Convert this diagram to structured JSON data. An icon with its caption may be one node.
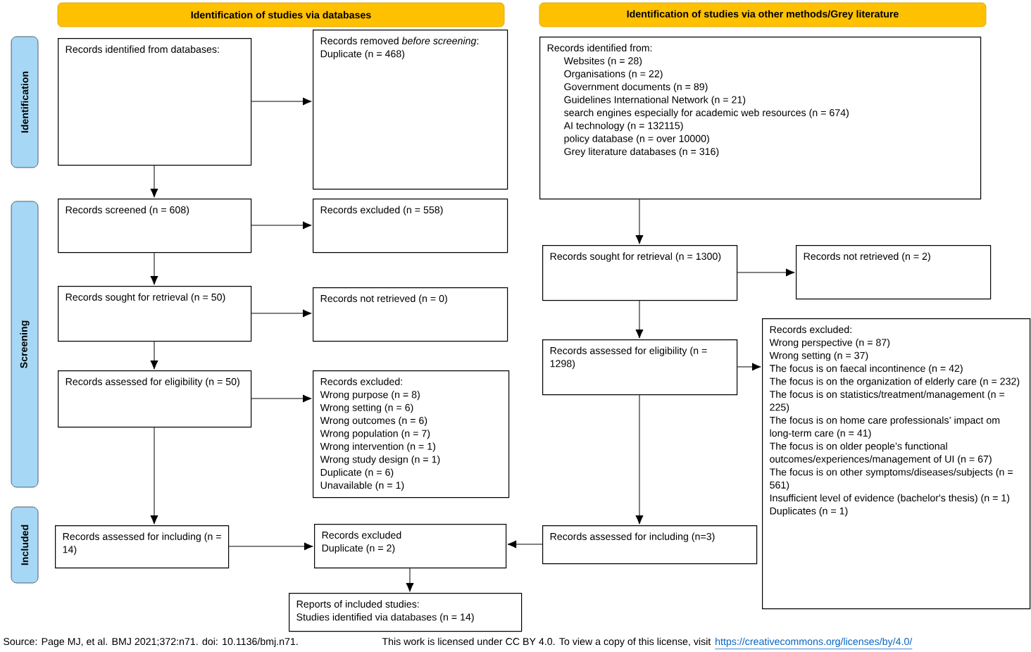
{
  "diagram": {
    "nodes": [
      {
        "text": [
          "Identification of studies via databases"
        ]
      },
      {
        "text": [
          "Identification of studies via other methods/Grey literature"
        ]
      },
      {
        "text": [
          "Identification"
        ]
      },
      {
        "text": [
          "Screening"
        ]
      },
      {
        "text": [
          "Included"
        ]
      },
      {
        "text": [
          "Records identified from databases:"
        ]
      },
      {
        "text": [
          "Records removed *before screening*:",
          "Duplicate (n = 468)"
        ]
      },
      {
        "text": [
          "Records screened (n = 608)"
        ]
      },
      {
        "text": [
          "Records excluded (n = 558)"
        ]
      },
      {
        "text": [
          "Records sought for retrieval (n = 50)"
        ]
      },
      {
        "text": [
          "Records not retrieved (n = 0)"
        ]
      },
      {
        "text": [
          "Records assessed for eligibility (n = 50)"
        ]
      },
      {
        "text": [
          "Records excluded:",
          "Wrong purpose (n = 8)",
          "Wrong setting (n = 6)",
          "Wrong outcomes (n = 6)",
          "Wrong population (n = 7)",
          "Wrong intervention (n = 1)",
          "Wrong study design (n = 1)",
          "Duplicate (n = 6)",
          "Unavailable (n = 1)"
        ]
      },
      {
        "text": [
          "Records assessed for including (n = 14)"
        ]
      },
      {
        "text": [
          "Records excluded",
          "Duplicate (n = 2)"
        ]
      },
      {
        "text": [
          "Reports of included studies:",
          "Studies identified via databases (n = 14)"
        ]
      },
      {
        "text": [
          "Records identified from:",
          "Websites (n = 28)",
          "Organisations (n = 22)",
          "Government documents (n = 89)",
          "Guidelines International Network (n = 21)",
          "search engines especially for academic web resources (n = 674)",
          "AI technology (n = 132115)",
          "policy database (n = over 10000)",
          "Grey literature databases (n = 316)"
        ]
      },
      {
        "text": [
          "Records sought for retrieval (n = 1300)"
        ]
      },
      {
        "text": [
          "Records not retrieved (n = 2)"
        ]
      },
      {
        "text": [
          "Records assessed for eligibility (n = 1298)"
        ]
      },
      {
        "text": [
          "Records excluded:",
          "Wrong perspective (n = 87)",
          "Wrong setting (n = 37)",
          "The focus is on faecal incontinence (n = 42)",
          "The focus is on the organization of elderly care (n = 232)",
          "The focus is on statistics/treatment/management (n = 225)",
          "The focus is on home care professionals’ impact om long-term care (n = 41)",
          "The focus is on older people’s functional outcomes/experiences/management of UI (n = 67)",
          "The focus is on other symptoms/diseases/subjects (n = 561)",
          "Insufficient level of evidence (bachelor's thesis) (n = 1)",
          "Duplicates (n = 1)"
        ]
      },
      {
        "text": [
          "Records assessed for including (n=3)"
        ]
      }
    ],
    "edges": [
      {
        "from": 5,
        "to": 6,
        "arrow": "to"
      },
      {
        "from": 5,
        "to": 7,
        "arrow": "to"
      },
      {
        "from": 7,
        "to": 8,
        "arrow": "to"
      },
      {
        "from": 7,
        "to": 9,
        "arrow": "to"
      },
      {
        "from": 9,
        "to": 10,
        "arrow": "to"
      },
      {
        "from": 9,
        "to": 11,
        "arrow": "to"
      },
      {
        "from": 11,
        "to": 12,
        "arrow": "to"
      },
      {
        "from": 11,
        "to": 13,
        "arrow": "to"
      },
      {
        "from": 13,
        "to": 14,
        "arrow": "to"
      },
      {
        "from": 14,
        "to": 15,
        "arrow": "to"
      },
      {
        "from": 16,
        "to": 17,
        "arrow": "to"
      },
      {
        "from": 17,
        "to": 18,
        "arrow": "to"
      },
      {
        "from": 17,
        "to": 19,
        "arrow": "to"
      },
      {
        "from": 19,
        "to": 20,
        "arrow": "to"
      },
      {
        "from": 19,
        "to": 21,
        "arrow": "to"
      },
      {
        "from": 21,
        "to": 14,
        "arrow": "to"
      }
    ],
    "labels": [
      "Source: Page MJ, et al. BMJ 2021;372:n71. doi: 10.1136/bmj.n71.",
      "This work is licensed under CC BY 4.0. To view a copy of this license, visit",
      "https://creativecommons.org/licenses/by/4.0/"
    ]
  }
}
